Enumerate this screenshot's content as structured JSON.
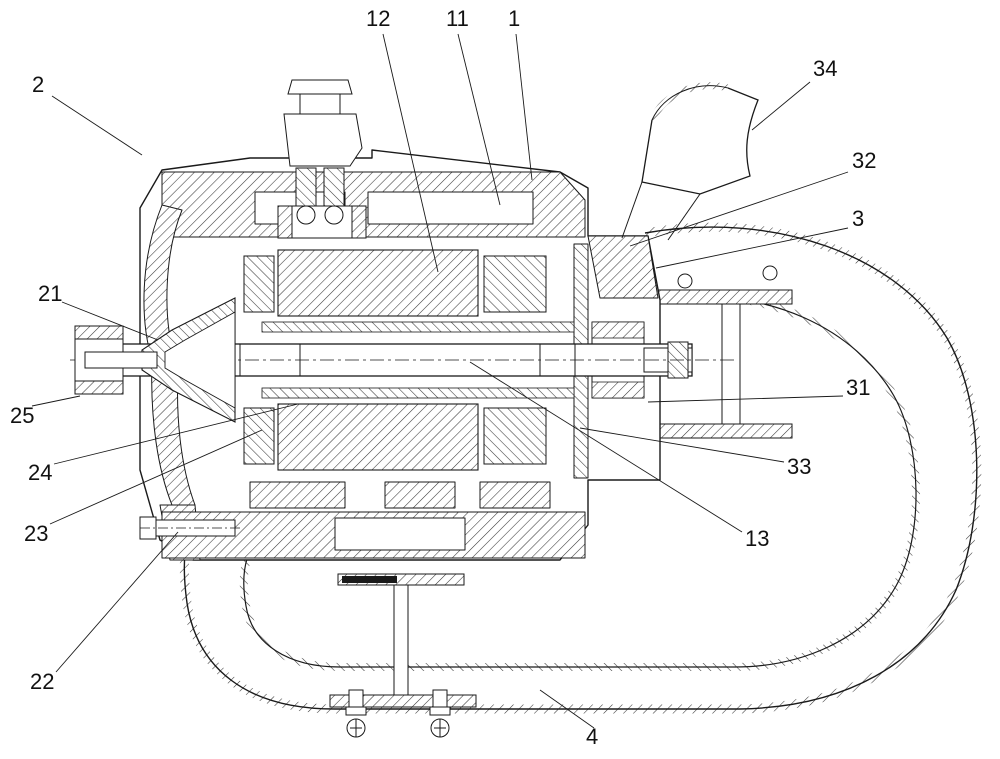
{
  "figure": {
    "kind": "patent-cross-section-diagram",
    "description": "Sectional engineering drawing of a motor-driven compressor assembly with volute duct",
    "background_color": "#ffffff",
    "line_color": "#1a1a1a",
    "hatch_color": "#3a3a3a"
  },
  "labels": [
    {
      "text": "12"
    },
    {
      "text": "11"
    },
    {
      "text": "1"
    },
    {
      "text": "34"
    },
    {
      "text": "2"
    },
    {
      "text": "32"
    },
    {
      "text": "3"
    },
    {
      "text": "21"
    },
    {
      "text": "25"
    },
    {
      "text": "31"
    },
    {
      "text": "24"
    },
    {
      "text": "33"
    },
    {
      "text": "23"
    },
    {
      "text": "13"
    },
    {
      "text": "22"
    },
    {
      "text": "4"
    }
  ]
}
